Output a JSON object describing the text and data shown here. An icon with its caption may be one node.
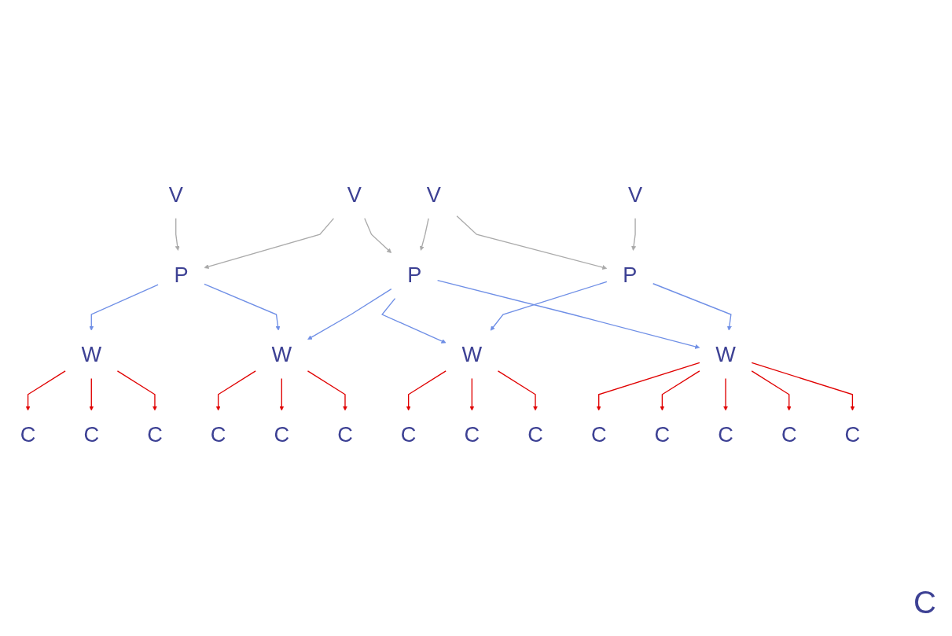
{
  "diagram": {
    "nodes": [
      {
        "text": [
          "V"
        ]
      },
      {
        "text": [
          "V"
        ]
      },
      {
        "text": [
          "V"
        ]
      },
      {
        "text": [
          "V"
        ]
      },
      {
        "text": [
          "P"
        ]
      },
      {
        "text": [
          "P"
        ]
      },
      {
        "text": [
          "P"
        ]
      },
      {
        "text": [
          "W"
        ]
      },
      {
        "text": [
          "W"
        ]
      },
      {
        "text": [
          "W"
        ]
      },
      {
        "text": [
          "W"
        ]
      },
      {
        "text": [
          "C"
        ]
      },
      {
        "text": [
          "C"
        ]
      },
      {
        "text": [
          "C"
        ]
      },
      {
        "text": [
          "C"
        ]
      },
      {
        "text": [
          "C"
        ]
      },
      {
        "text": [
          "C"
        ]
      },
      {
        "text": [
          "C"
        ]
      },
      {
        "text": [
          "C"
        ]
      },
      {
        "text": [
          "C"
        ]
      },
      {
        "text": [
          "C"
        ]
      },
      {
        "text": [
          "C"
        ]
      },
      {
        "text": [
          "C"
        ]
      },
      {
        "text": [
          "C"
        ]
      },
      {
        "text": [
          "C"
        ]
      }
    ],
    "edges": [
      {
        "from": 0,
        "to": 4,
        "arrow": "to",
        "color": "#aaaaaa"
      },
      {
        "from": 1,
        "to": 4,
        "arrow": "to",
        "color": "#aaaaaa"
      },
      {
        "from": 1,
        "to": 5,
        "arrow": "to",
        "color": "#aaaaaa"
      },
      {
        "from": 2,
        "to": 5,
        "arrow": "to",
        "color": "#aaaaaa"
      },
      {
        "from": 2,
        "to": 6,
        "arrow": "to",
        "color": "#aaaaaa"
      },
      {
        "from": 3,
        "to": 6,
        "arrow": "to",
        "color": "#aaaaaa"
      },
      {
        "from": 4,
        "to": 7,
        "arrow": "to",
        "color": "#6f8fe6"
      },
      {
        "from": 4,
        "to": 8,
        "arrow": "to",
        "color": "#6f8fe6"
      },
      {
        "from": 5,
        "to": 8,
        "arrow": "to",
        "color": "#6f8fe6"
      },
      {
        "from": 5,
        "to": 9,
        "arrow": "to",
        "color": "#6f8fe6"
      },
      {
        "from": 5,
        "to": 10,
        "arrow": "to",
        "color": "#6f8fe6"
      },
      {
        "from": 6,
        "to": 9,
        "arrow": "to",
        "color": "#6f8fe6"
      },
      {
        "from": 6,
        "to": 10,
        "arrow": "to",
        "color": "#6f8fe6"
      },
      {
        "from": 7,
        "to": 18,
        "arrow": "to",
        "color": "#e00000"
      },
      {
        "from": 7,
        "to": 11,
        "arrow": "to",
        "color": "#e00000"
      },
      {
        "from": 7,
        "to": 19,
        "arrow": "to",
        "color": "#e00000"
      },
      {
        "from": 8,
        "to": 12,
        "arrow": "to",
        "color": "#e00000"
      },
      {
        "from": 8,
        "to": 20,
        "arrow": "to",
        "color": "#e00000"
      },
      {
        "from": 8,
        "to": 13,
        "arrow": "to",
        "color": "#e00000"
      },
      {
        "from": 9,
        "to": 21,
        "arrow": "to",
        "color": "#e00000"
      },
      {
        "from": 9,
        "to": 14,
        "arrow": "to",
        "color": "#e00000"
      },
      {
        "from": 9,
        "to": 22,
        "arrow": "to",
        "color": "#e00000"
      },
      {
        "from": 10,
        "to": 15,
        "arrow": "to",
        "color": "#e00000"
      },
      {
        "from": 10,
        "to": 23,
        "arrow": "to",
        "color": "#e00000"
      },
      {
        "from": 10,
        "to": 16,
        "arrow": "to",
        "color": "#e00000"
      },
      {
        "from": 10,
        "to": 24,
        "arrow": "to",
        "color": "#e00000"
      },
      {
        "from": 10,
        "to": 17,
        "arrow": "to",
        "color": "#e00000"
      }
    ],
    "labels": [
      "C"
    ]
  }
}
